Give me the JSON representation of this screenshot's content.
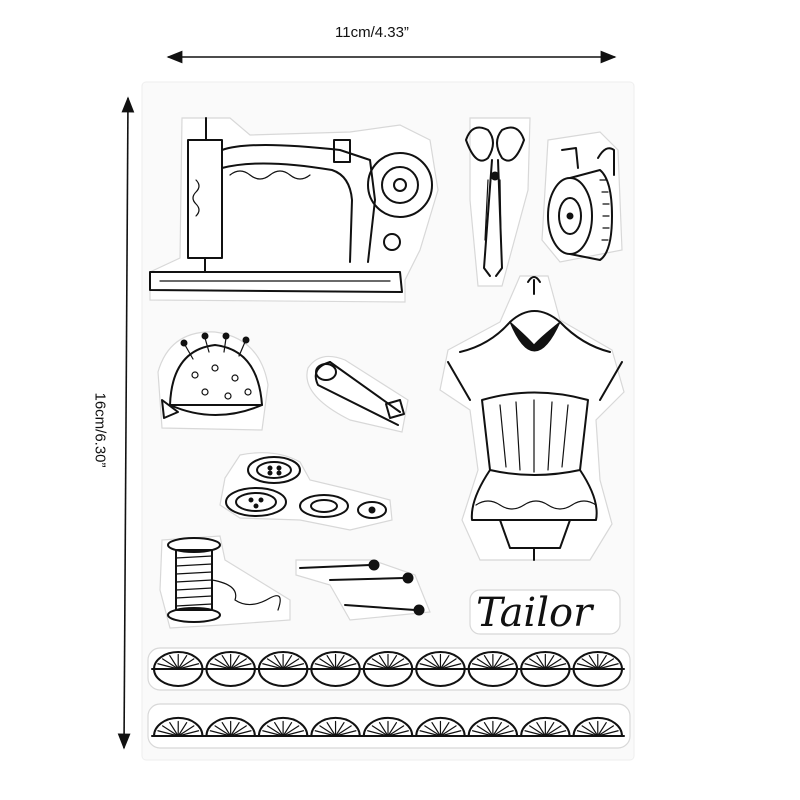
{
  "dimensions": {
    "width_label": "11cm/4.33”",
    "height_label": "16cm/6.30”"
  },
  "stamps": {
    "tailor_word": "Tailor"
  },
  "colors": {
    "ink": "#111111",
    "sheet": "#fafafa",
    "outline": "#d8d8d8"
  },
  "icons": [
    "sewing-machine-icon",
    "scissors-icon",
    "tape-measure-icon",
    "pincushion-icon",
    "safety-pin-icon",
    "dress-form-icon",
    "buttons-icon",
    "thread-spool-icon",
    "pins-icon",
    "lace-border-icon"
  ]
}
